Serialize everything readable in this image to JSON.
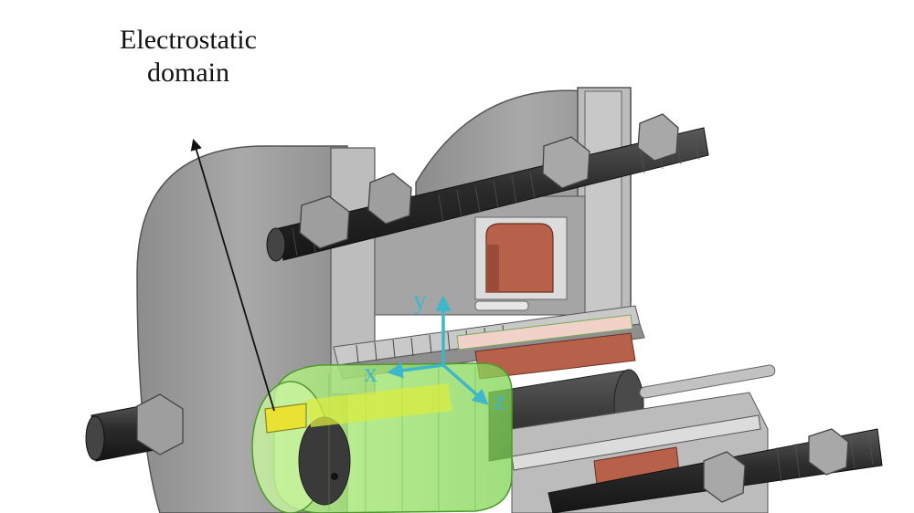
{
  "annotation": {
    "line1": "Electrostatic",
    "line2": "domain"
  },
  "axes": {
    "y_label": "y",
    "x_label": "x",
    "z_label": "z",
    "color": "#3fb6c9"
  },
  "colors": {
    "steel": "#9a9a9a",
    "steel_light": "#bdbdbd",
    "steel_dark": "#6d6d6d",
    "bolt": "#2e2e2e",
    "copper": "#b8614a",
    "domain_green": "#9be36b",
    "domain_yellow": "#e9e233",
    "magnet_dark": "#3d3d3d"
  }
}
